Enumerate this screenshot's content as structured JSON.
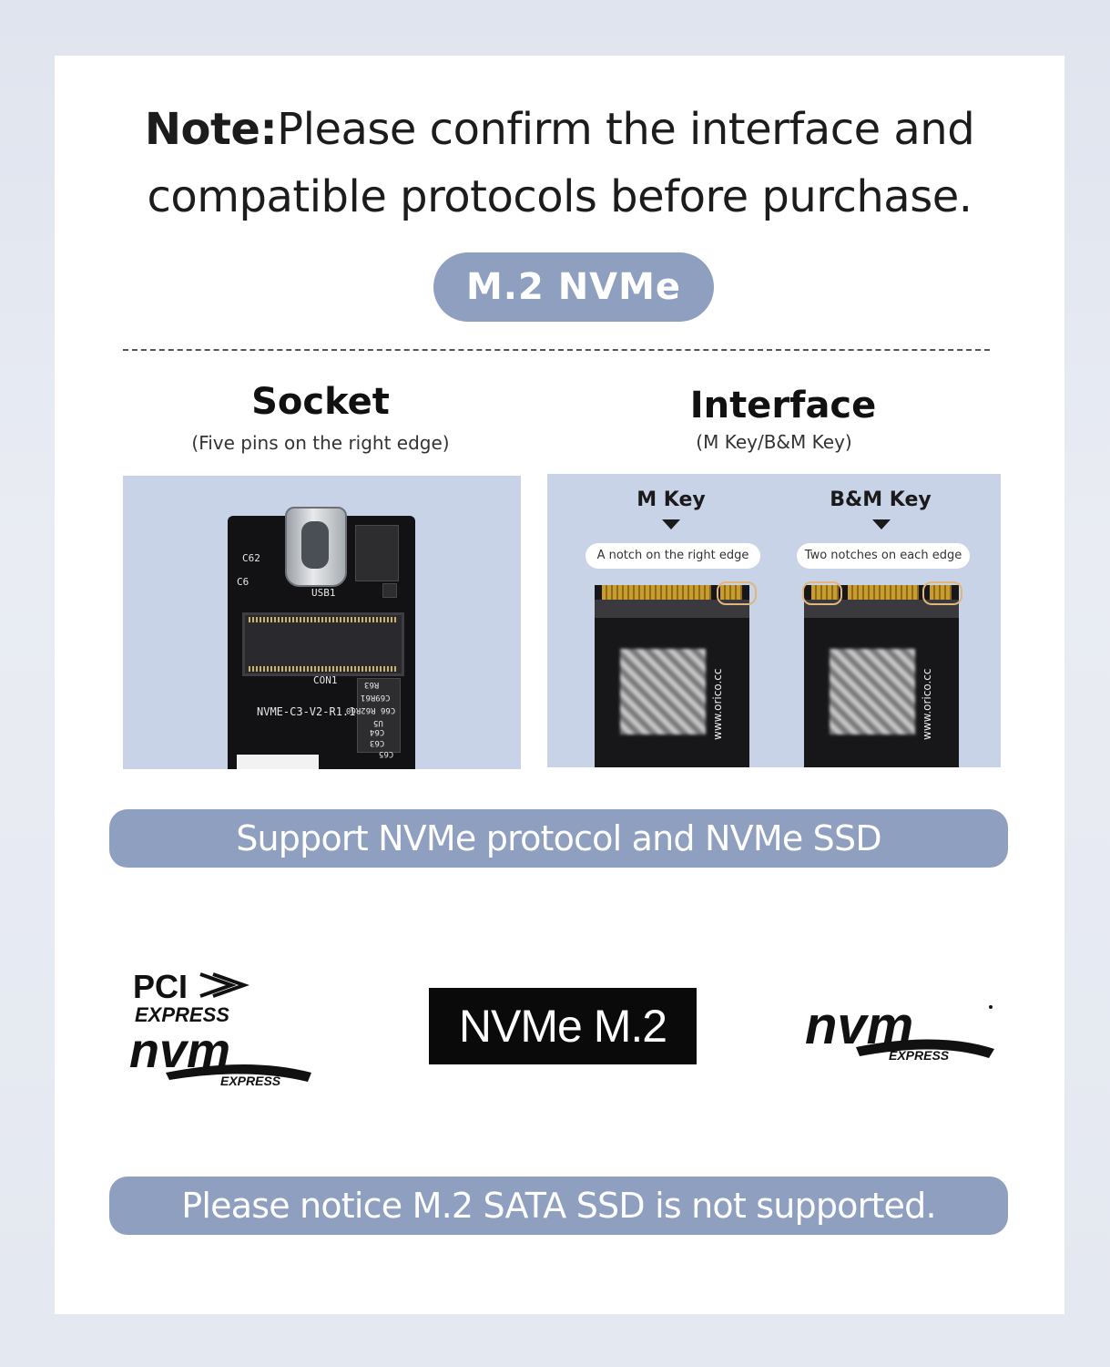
{
  "note": {
    "bold": "Note:",
    "line1": "Please confirm the interface and",
    "line2": "compatible protocols before purchase."
  },
  "badge": "M.2 NVMe",
  "socket": {
    "title": "Socket",
    "subtitle": "(Five pins on the right edge)",
    "silk": {
      "c62": "C62",
      "c6": "C6",
      "usb1": "USB1",
      "con1": "CON1",
      "board": "NVME-C3-V2-R1.1",
      "r63": "R63",
      "r62": "C69R61",
      "c66": "C66 R62R60",
      "u5": "U5",
      "c64": "C64",
      "c63": "C63",
      "c65": "C65"
    }
  },
  "interface": {
    "title": "Interface",
    "subtitle": "(M Key/B&M Key)",
    "keys": [
      {
        "name": "M Key",
        "note": "A notch on the right edge",
        "brand": "www.orico.cc"
      },
      {
        "name": "B&M Key",
        "note": "Two notches on each edge",
        "brand": "www.orico.cc"
      }
    ]
  },
  "banner_support": "Support NVMe protocol and NVMe SSD",
  "logos": {
    "pci_line1": "PCI",
    "pci_line2": "EXPRESS",
    "pci_nvm": "nvm",
    "pci_express_small": "EXPRESS",
    "nvme_box": "NVMe M.2",
    "nvm": "nvm",
    "nvm_express_small": "EXPRESS"
  },
  "banner_notice": "Please notice M.2 SATA SSD is not supported."
}
